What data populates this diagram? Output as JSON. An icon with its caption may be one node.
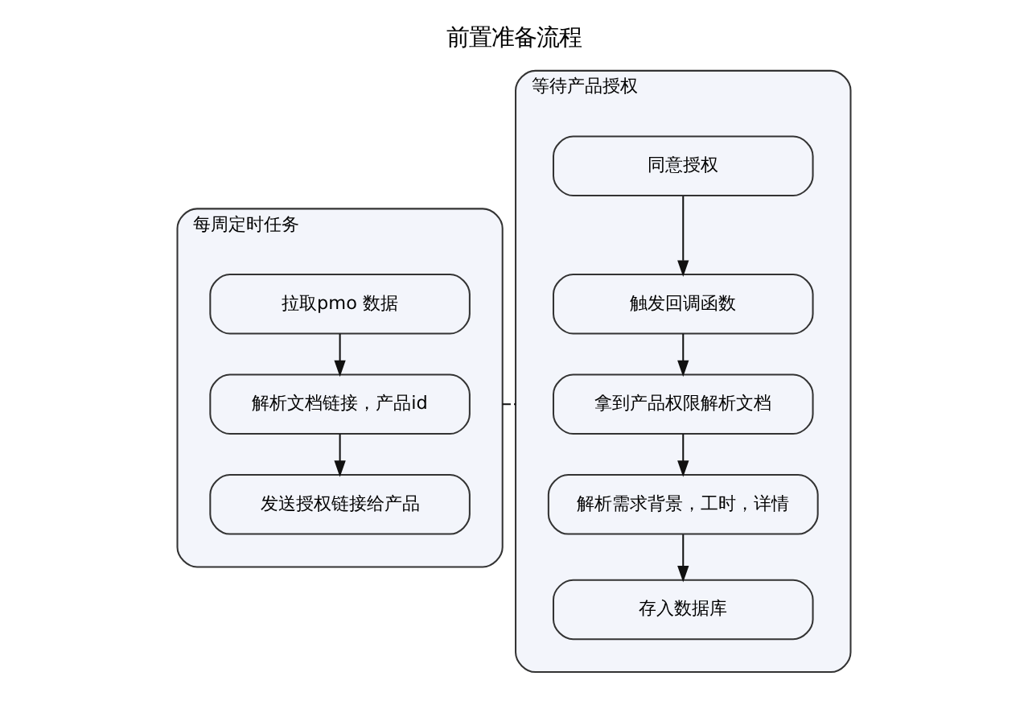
{
  "diagram": {
    "title": "前置准备流程",
    "nodes": [
      {
        "text": [
          "每周定时任务"
        ]
      },
      {
        "text": [
          "拉取pmo 数据"
        ],
        "in": 0
      },
      {
        "text": [
          "解析文档链接，产品id"
        ],
        "in": 0
      },
      {
        "text": [
          "发送授权链接给产品"
        ],
        "in": 0
      },
      {
        "text": [
          "等待产品授权"
        ]
      },
      {
        "text": [
          "同意授权"
        ],
        "in": 4
      },
      {
        "text": [
          "触发回调函数"
        ],
        "in": 4
      },
      {
        "text": [
          "拿到产品权限解析文档"
        ],
        "in": 4
      },
      {
        "text": [
          "解析需求背景，工时，详情"
        ],
        "in": 4
      },
      {
        "text": [
          "存入数据库"
        ],
        "in": 4
      }
    ],
    "edges": [
      {
        "from": 1,
        "to": 2,
        "arrow": "to"
      },
      {
        "from": 2,
        "to": 3,
        "arrow": "to"
      },
      {
        "from": 5,
        "to": 6,
        "arrow": "to"
      },
      {
        "from": 6,
        "to": 7,
        "arrow": "to"
      },
      {
        "from": 7,
        "to": 8,
        "arrow": "to"
      },
      {
        "from": 8,
        "to": 9,
        "arrow": "to"
      },
      {
        "from": 0,
        "to": 4,
        "arrow": "none",
        "style": "dashed"
      }
    ]
  }
}
